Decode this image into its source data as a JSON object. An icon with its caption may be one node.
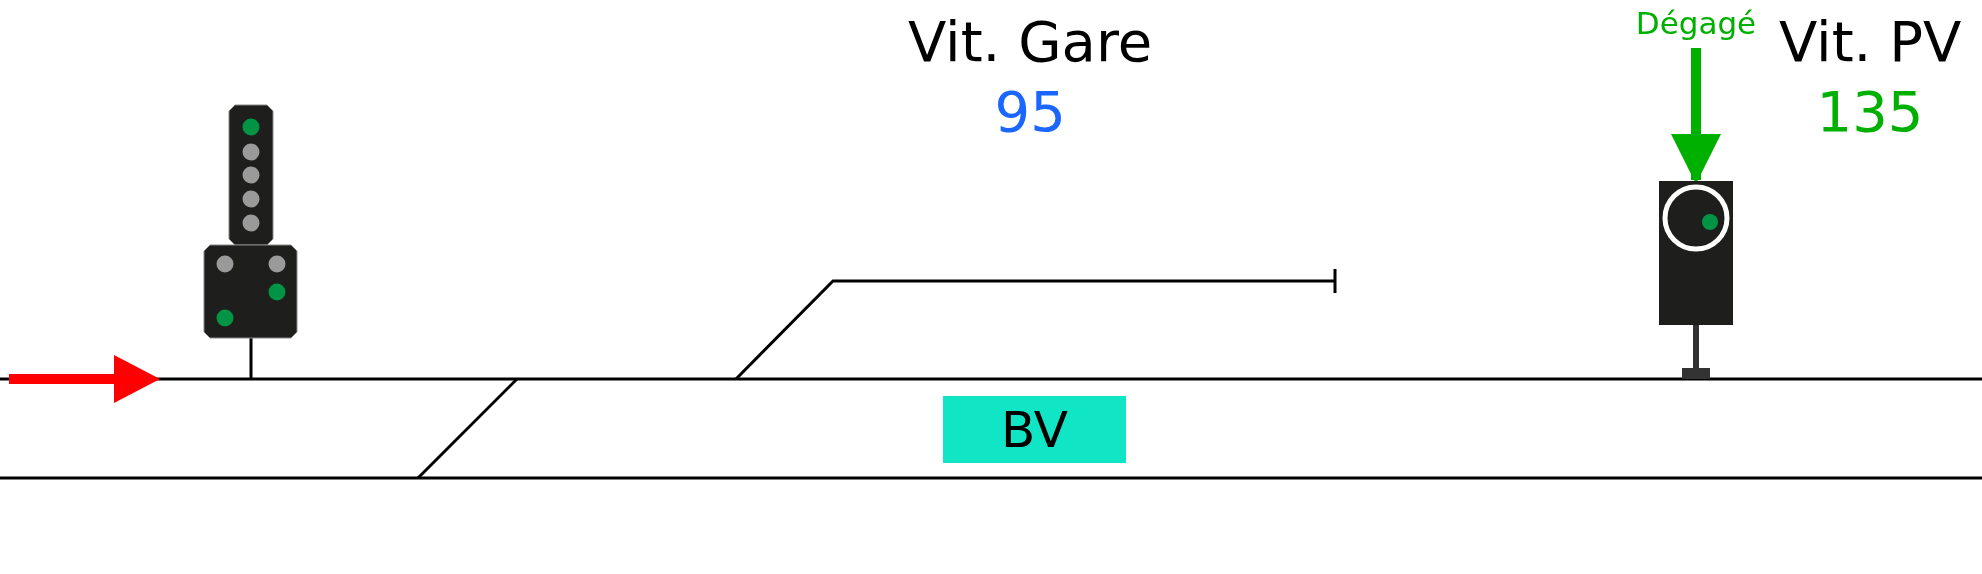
{
  "diagram": {
    "nodes": [
      {
        "text": [
          "Dégagé"
        ]
      },
      {
        "text": [],
        "shape": "picture"
      },
      {
        "text": [
          "BV"
        ]
      }
    ],
    "edges": [
      {
        "from": 0,
        "to": 1,
        "arrow": "to",
        "color": "#00b000"
      }
    ],
    "labels": [
      "Vit. Gare",
      "95",
      "Vit. PV",
      "135"
    ]
  }
}
